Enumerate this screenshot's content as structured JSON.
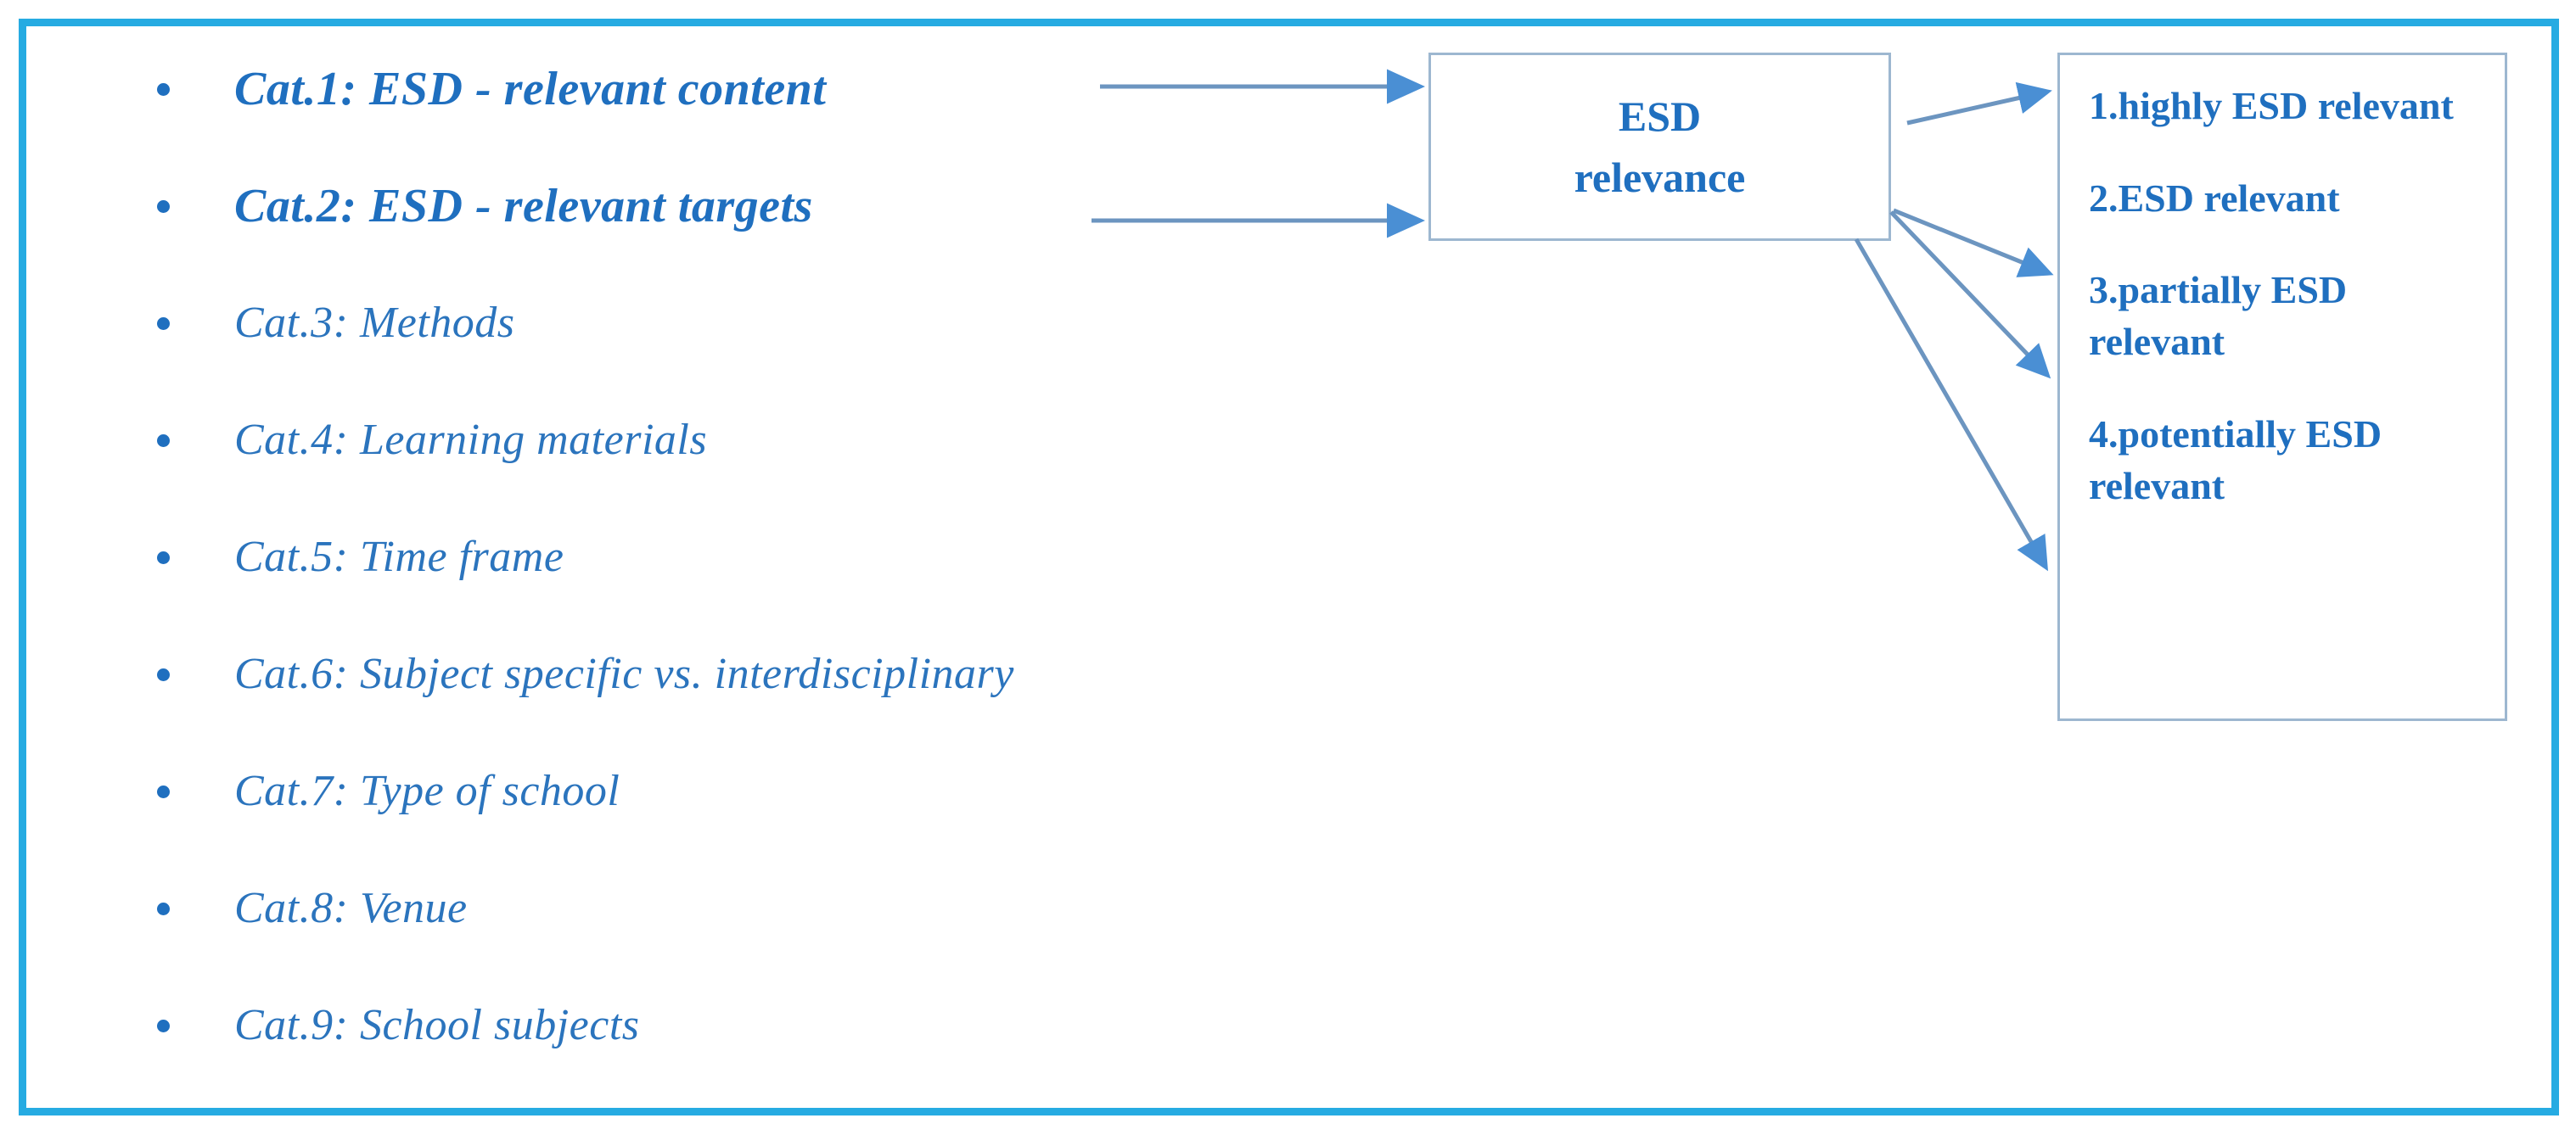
{
  "frame": {
    "border_color": "#26ABE2",
    "background": "#ffffff"
  },
  "category_list": {
    "items": [
      {
        "label": "Cat.1: ESD - relevant content",
        "emphasis": true
      },
      {
        "label": "Cat.2: ESD - relevant targets",
        "emphasis": true
      },
      {
        "label": "Cat.3: Methods",
        "emphasis": false
      },
      {
        "label": "Cat.4: Learning materials",
        "emphasis": false
      },
      {
        "label": "Cat.5: Time frame",
        "emphasis": false
      },
      {
        "label": "Cat.6: Subject specific vs. interdisciplinary",
        "emphasis": false
      },
      {
        "label": "Cat.7: Type of school",
        "emphasis": false
      },
      {
        "label": "Cat.8: Venue",
        "emphasis": false
      },
      {
        "label": "Cat.9: School subjects",
        "emphasis": false
      }
    ],
    "bullet_icon": "bullet-dot-icon",
    "text_color": "#2B74BD"
  },
  "esd_node": {
    "label": "ESD\nrelevance",
    "border_color": "#9DB7D0",
    "text_color": "#1F6FBF"
  },
  "levels_node": {
    "border_color": "#9DB7D0",
    "text_color": "#1F6FBF",
    "items": [
      "1.highly ESD relevant",
      "2.ESD relevant",
      "3.partially ESD relevant",
      "4.potentially ESD relevant"
    ]
  },
  "connectors": {
    "line_color": "#6C95C0",
    "arrow_head_color": "#4A8FD4",
    "edges": [
      {
        "from": "Cat.1: ESD - relevant content",
        "to": "ESD relevance"
      },
      {
        "from": "Cat.2: ESD - relevant targets",
        "to": "ESD relevance"
      },
      {
        "from": "ESD relevance",
        "to": "1.highly ESD relevant"
      },
      {
        "from": "ESD relevance",
        "to": "2.ESD relevant"
      },
      {
        "from": "ESD relevance",
        "to": "3.partially ESD relevant"
      },
      {
        "from": "ESD relevance",
        "to": "4.potentially ESD relevant"
      }
    ]
  }
}
